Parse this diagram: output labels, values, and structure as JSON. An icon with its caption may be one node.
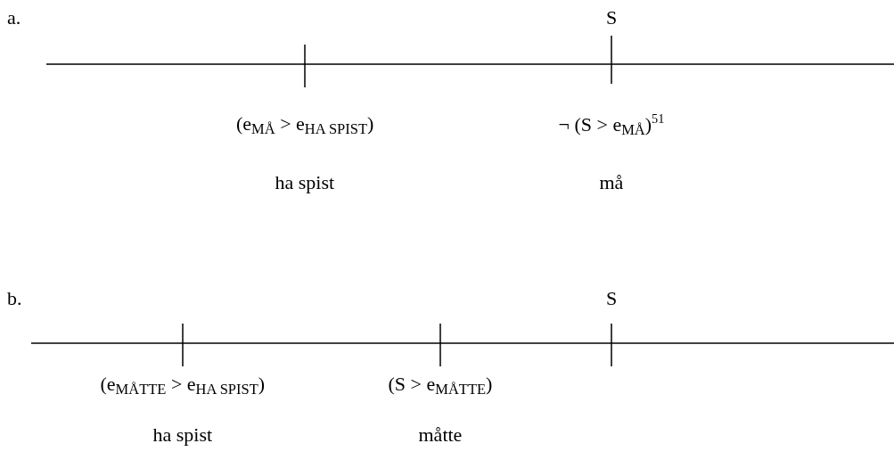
{
  "diagram": {
    "labels": [
      "a.",
      "S",
      "(e$_{MÅ}$ > e$_{HA SPIST}$)",
      "¬ (S > e$_{MÅ}$)$^{51}$",
      "ha spist",
      "må",
      "b.",
      "S",
      "(e$_{MÅTTE}$ > e$_{HA SPIST}$)",
      "(S > e$_{MÅTTE}$)",
      "ha spist",
      "måtte"
    ]
  }
}
